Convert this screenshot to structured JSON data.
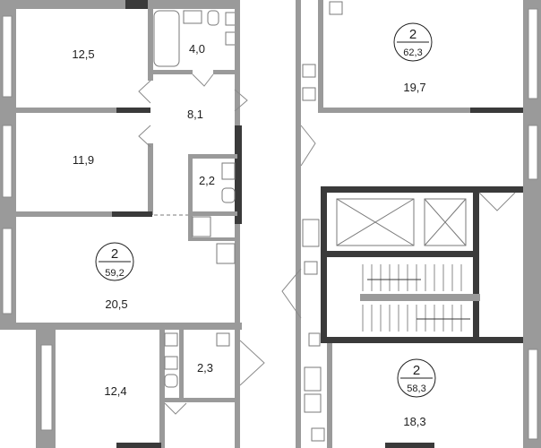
{
  "rooms": {
    "r1": "12,5",
    "r2": "4,0",
    "r3": "8,1",
    "r4": "11,9",
    "r5": "2,2",
    "r6": "20,5",
    "r7": "12,4",
    "r8": "2,3",
    "r9": "19,7",
    "r10": "18,3"
  },
  "apartments": {
    "a1": {
      "rooms": "2",
      "area": "59,2"
    },
    "a2": {
      "rooms": "2",
      "area": "62,3"
    },
    "a3": {
      "rooms": "2",
      "area": "58,3"
    }
  },
  "colors": {
    "wall": "#9a9a9a",
    "wall_dark": "#3a3a3a",
    "text": "#1e1e1e",
    "background": "#ffffff"
  }
}
